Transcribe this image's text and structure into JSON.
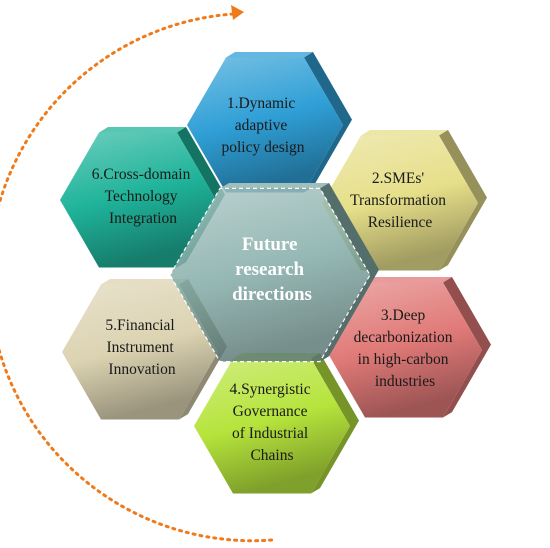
{
  "center": {
    "lines": [
      "Future",
      "research",
      "directions"
    ],
    "color": "#7fa9a4"
  },
  "directions": [
    {
      "id": "1",
      "lines": [
        "1.Dynamic",
        "adaptive",
        "policy design"
      ],
      "color": "#2f9fd6"
    },
    {
      "id": "2",
      "lines": [
        "2.SMEs'",
        "Transformation",
        "Resilience"
      ],
      "color": "#e6df8a"
    },
    {
      "id": "3",
      "lines": [
        "3.Deep",
        "decarbonization",
        "in high-carbon",
        "industries"
      ],
      "color": "#e07a78"
    },
    {
      "id": "4",
      "lines": [
        "4.Synergistic",
        "Governance",
        "of Industrial",
        "Chains"
      ],
      "color": "#b6e43c"
    },
    {
      "id": "5",
      "lines": [
        "5.Financial",
        "Instrument",
        "Innovation"
      ],
      "color": "#dcd3b2"
    },
    {
      "id": "6",
      "lines": [
        "6.Cross-domain",
        "Technology",
        "Integration"
      ],
      "color": "#1fb39a"
    }
  ],
  "arrow_color": "#f07a1a"
}
